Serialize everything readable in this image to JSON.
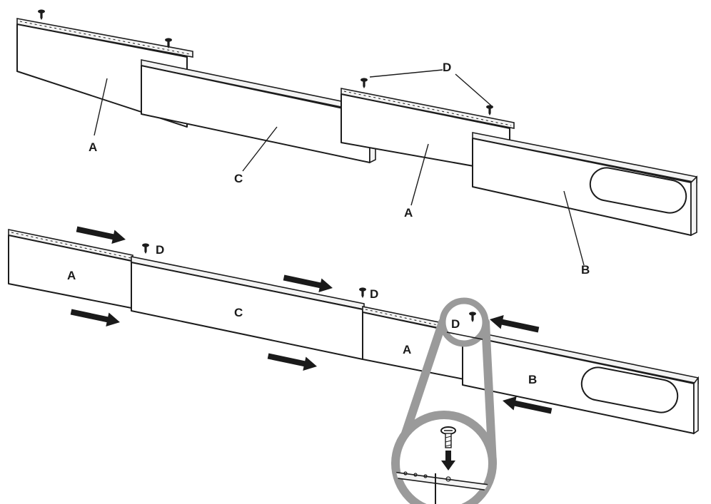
{
  "colors": {
    "line": "#1c1c1c",
    "magnifier": "#9a9a9a",
    "arrow": "#1a1a1a",
    "background": "#ffffff"
  },
  "icons": [
    "screw-icon",
    "arrow-right-icon",
    "arrow-left-icon",
    "arrow-down-icon"
  ],
  "exploded_view": {
    "label_a_left": "A",
    "label_c": "C",
    "label_a_right": "A",
    "label_b": "B",
    "label_d": "D"
  },
  "assembled_view": {
    "label_a_left": "A",
    "label_c": "C",
    "label_a_right": "A",
    "label_b": "B",
    "label_d_first": "D",
    "label_d_second": "D",
    "label_d_zoom": "D"
  }
}
